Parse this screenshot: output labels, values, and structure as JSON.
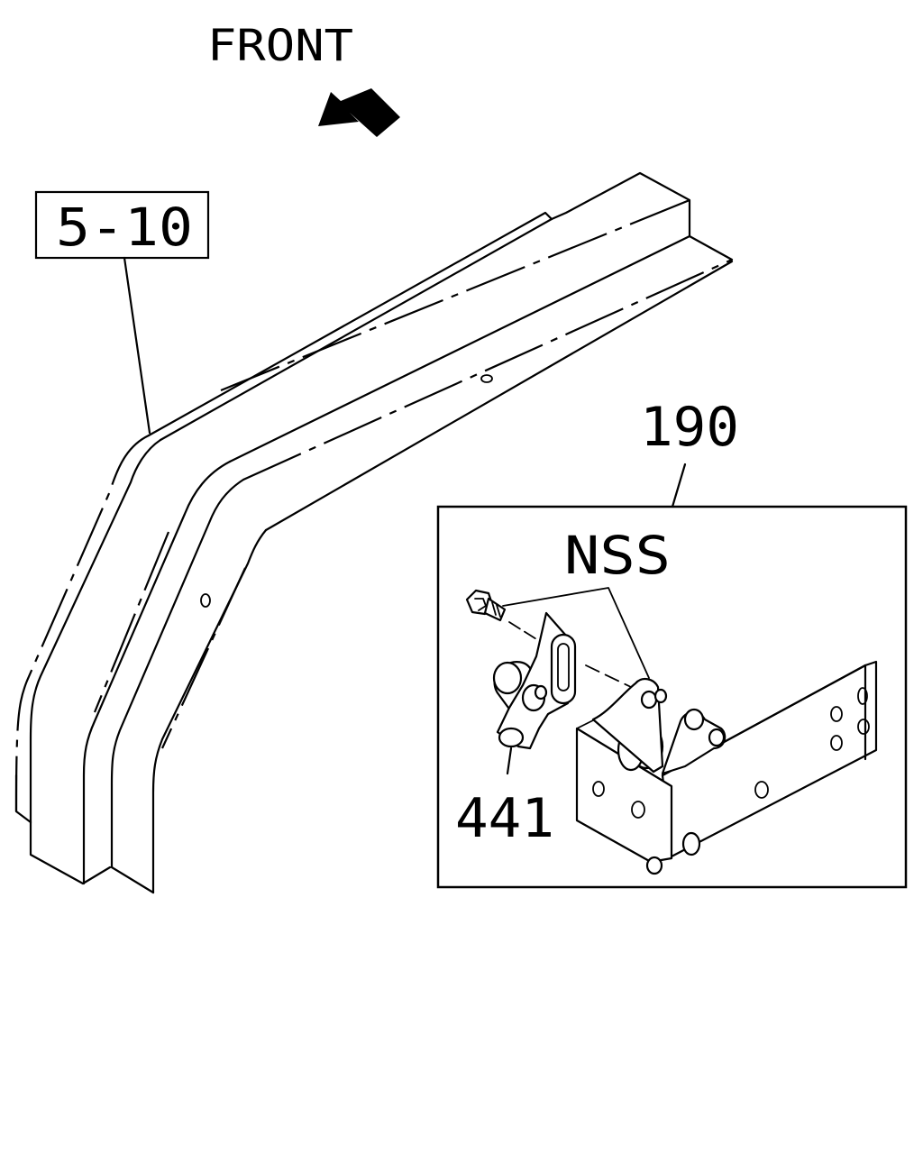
{
  "direction_label": "FRONT",
  "callouts": {
    "ref_box": "5-10",
    "assembly": "190",
    "not_serviced": "NSS",
    "part": "441"
  }
}
